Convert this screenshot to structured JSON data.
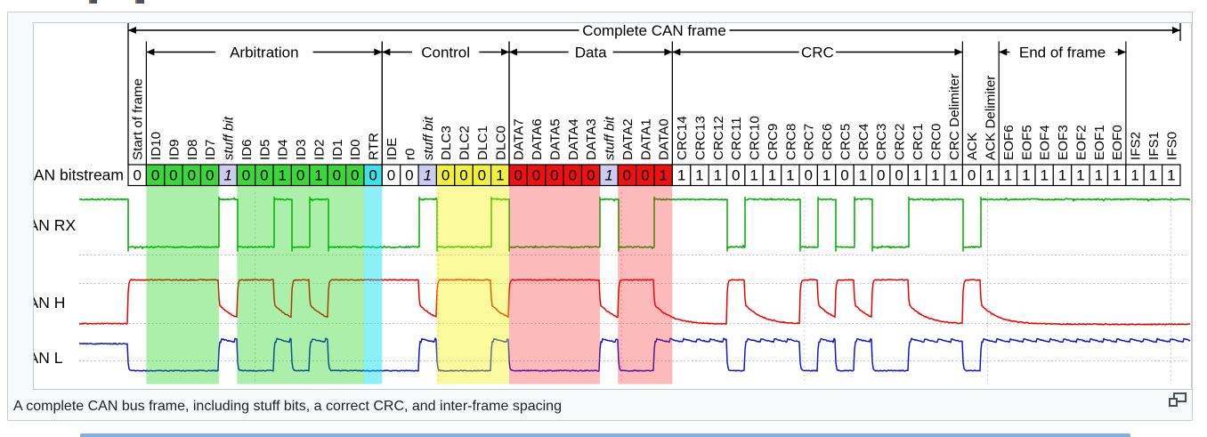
{
  "figure": {
    "caption": "A complete CAN bus frame, including stuff bits, a correct CRC, and inter-frame spacing"
  },
  "diagram": {
    "title_arrow": {
      "label": "Complete CAN frame",
      "start": 0,
      "end": 58
    },
    "row_labels": {
      "bitstream": "CAN bitstream",
      "rx": "CAN RX",
      "h": "CAN H",
      "l": "CAN L"
    },
    "sections": [
      {
        "label": "Arbitration",
        "start": 1,
        "end": 14
      },
      {
        "label": "Control",
        "start": 14,
        "end": 21
      },
      {
        "label": "Data",
        "start": 21,
        "end": 30
      },
      {
        "label": "CRC",
        "start": 30,
        "end": 46
      },
      {
        "label": "End of frame",
        "start": 48,
        "end": 55
      }
    ],
    "fields": [
      {
        "label": "Start of frame",
        "bit": 0,
        "color": "white",
        "band": null
      },
      {
        "label": "ID10",
        "bit": 0,
        "color": "green",
        "band": "green"
      },
      {
        "label": "ID9",
        "bit": 0,
        "color": "green",
        "band": "green"
      },
      {
        "label": "ID8",
        "bit": 0,
        "color": "green",
        "band": "green"
      },
      {
        "label": "ID7",
        "bit": 0,
        "color": "green",
        "band": "green"
      },
      {
        "label": "stuff bit",
        "bit": 1,
        "color": "lavender",
        "band": null,
        "italic": true
      },
      {
        "label": "ID6",
        "bit": 0,
        "color": "green",
        "band": "green"
      },
      {
        "label": "ID5",
        "bit": 0,
        "color": "green",
        "band": "green"
      },
      {
        "label": "ID4",
        "bit": 1,
        "color": "green",
        "band": "green"
      },
      {
        "label": "ID3",
        "bit": 0,
        "color": "green",
        "band": "green"
      },
      {
        "label": "ID2",
        "bit": 1,
        "color": "green",
        "band": "green"
      },
      {
        "label": "ID1",
        "bit": 0,
        "color": "green",
        "band": "green"
      },
      {
        "label": "ID0",
        "bit": 0,
        "color": "green",
        "band": "green"
      },
      {
        "label": "RTR",
        "bit": 0,
        "color": "cyan",
        "band": "cyan"
      },
      {
        "label": "IDE",
        "bit": 0,
        "color": "white",
        "band": null
      },
      {
        "label": "r0",
        "bit": 0,
        "color": "white",
        "band": null
      },
      {
        "label": "stuff bit",
        "bit": 1,
        "color": "lavender",
        "band": null,
        "italic": true
      },
      {
        "label": "DLC3",
        "bit": 0,
        "color": "yellow",
        "band": "yellow"
      },
      {
        "label": "DLC2",
        "bit": 0,
        "color": "yellow",
        "band": "yellow"
      },
      {
        "label": "DLC1",
        "bit": 0,
        "color": "yellow",
        "band": "yellow"
      },
      {
        "label": "DLC0",
        "bit": 1,
        "color": "yellow",
        "band": "yellow"
      },
      {
        "label": "DATA7",
        "bit": 0,
        "color": "red",
        "band": "red"
      },
      {
        "label": "DATA6",
        "bit": 0,
        "color": "red",
        "band": "red"
      },
      {
        "label": "DATA5",
        "bit": 0,
        "color": "red",
        "band": "red"
      },
      {
        "label": "DATA4",
        "bit": 0,
        "color": "red",
        "band": "red"
      },
      {
        "label": "DATA3",
        "bit": 0,
        "color": "red",
        "band": "red"
      },
      {
        "label": "stuff bit",
        "bit": 1,
        "color": "lavender",
        "band": null,
        "italic": true
      },
      {
        "label": "DATA2",
        "bit": 0,
        "color": "red",
        "band": "red"
      },
      {
        "label": "DATA1",
        "bit": 0,
        "color": "red",
        "band": "red"
      },
      {
        "label": "DATA0",
        "bit": 1,
        "color": "red",
        "band": "red"
      },
      {
        "label": "CRC14",
        "bit": 1,
        "color": "white",
        "band": null
      },
      {
        "label": "CRC13",
        "bit": 1,
        "color": "white",
        "band": null
      },
      {
        "label": "CRC12",
        "bit": 1,
        "color": "white",
        "band": null
      },
      {
        "label": "CRC11",
        "bit": 0,
        "color": "white",
        "band": null
      },
      {
        "label": "CRC10",
        "bit": 1,
        "color": "white",
        "band": null
      },
      {
        "label": "CRC9",
        "bit": 1,
        "color": "white",
        "band": null
      },
      {
        "label": "CRC8",
        "bit": 1,
        "color": "white",
        "band": null
      },
      {
        "label": "CRC7",
        "bit": 0,
        "color": "white",
        "band": null
      },
      {
        "label": "CRC6",
        "bit": 1,
        "color": "white",
        "band": null
      },
      {
        "label": "CRC5",
        "bit": 0,
        "color": "white",
        "band": null
      },
      {
        "label": "CRC4",
        "bit": 1,
        "color": "white",
        "band": null
      },
      {
        "label": "CRC3",
        "bit": 0,
        "color": "white",
        "band": null
      },
      {
        "label": "CRC2",
        "bit": 0,
        "color": "white",
        "band": null
      },
      {
        "label": "CRC1",
        "bit": 1,
        "color": "white",
        "band": null
      },
      {
        "label": "CRC0",
        "bit": 1,
        "color": "white",
        "band": null
      },
      {
        "label": "CRC Delimiter",
        "bit": 1,
        "color": "white",
        "band": null
      },
      {
        "label": "ACK",
        "bit": 0,
        "color": "white",
        "band": null
      },
      {
        "label": "ACK Delimiter",
        "bit": 1,
        "color": "white",
        "band": null
      },
      {
        "label": "EOF6",
        "bit": 1,
        "color": "white",
        "band": null
      },
      {
        "label": "EOF5",
        "bit": 1,
        "color": "white",
        "band": null
      },
      {
        "label": "EOF4",
        "bit": 1,
        "color": "white",
        "band": null
      },
      {
        "label": "EOF3",
        "bit": 1,
        "color": "white",
        "band": null
      },
      {
        "label": "EOF2",
        "bit": 1,
        "color": "white",
        "band": null
      },
      {
        "label": "EOF1",
        "bit": 1,
        "color": "white",
        "band": null
      },
      {
        "label": "EOF0",
        "bit": 1,
        "color": "white",
        "band": null
      },
      {
        "label": "IFS2",
        "bit": 1,
        "color": "white",
        "band": null
      },
      {
        "label": "IFS1",
        "bit": 1,
        "color": "white",
        "band": null
      },
      {
        "label": "IFS0",
        "bit": 1,
        "color": "white",
        "band": null
      }
    ],
    "cell_colors": {
      "white": "#ffffff",
      "green": "#3cd63c",
      "lavender": "#ccccf0",
      "cyan": "#40e0e8",
      "yellow": "#f0f040",
      "red": "#ee1111"
    },
    "band_colors": {
      "green": "rgba(0,205,0,0.33)",
      "cyan": "rgba(0,222,235,0.45)",
      "yellow": "rgba(244,244,0,0.38)",
      "red": "rgba(244,25,25,0.30)"
    },
    "trace_colors": {
      "rx": "#00aa00",
      "h": "#ee0000",
      "l": "#1515d0"
    }
  }
}
